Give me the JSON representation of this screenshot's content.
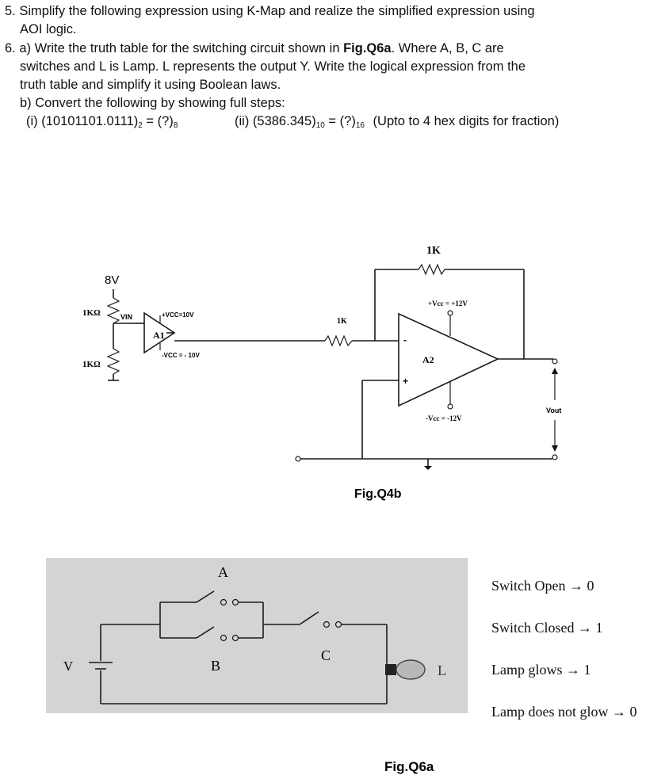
{
  "q5": {
    "number": "5.",
    "line1": "Simplify the following expression using K-Map and realize the simplified expression using",
    "line2": "AOI logic."
  },
  "q6": {
    "number": "6.",
    "a_label": "a)",
    "a_line1_pre": "Write the truth table for the switching circuit shown in ",
    "a_line1_bold": "Fig.Q6a",
    "a_line1_post": ". Where A, B, C are",
    "a_line2": "switches and L is Lamp. L represents the output Y. Write the logical expression from the",
    "a_line3": "truth table and simplify it using Boolean laws.",
    "b_line": "b) Convert the following by showing full steps:",
    "conv1": {
      "label": "(i) (10101101.0111)",
      "base_from": "2",
      "mid": " = (?)",
      "base_to": "8"
    },
    "conv2": {
      "label": "(ii) (5386.345)",
      "base_from": "10",
      "mid": " = (?)",
      "base_to": "16",
      "note": "(Upto to 4 hex digits for fraction)"
    }
  },
  "fig_q4b": {
    "caption": "Fig.Q4b",
    "v8": "8V",
    "r_top": "1KΩ",
    "r_bottom": "1KΩ",
    "vin": "VIN",
    "a1": "A1",
    "a1_vpos": "+VCC=10V",
    "a1_vneg": "-VCC = - 10V",
    "r_in": "1K",
    "r_fb": "1K",
    "a2": "A2",
    "a2_vpos": "+Vcc = +12V",
    "a2_vneg": "-Vcc = -12V",
    "vout": "Vout",
    "minus": "-",
    "plus": "+"
  },
  "fig_q6a": {
    "caption": "Fig.Q6a",
    "label_a": "A",
    "label_b": "B",
    "label_c": "C",
    "label_v": "V",
    "label_l": "L",
    "legend": [
      "Switch Open → 0",
      "Switch Closed → 1",
      "Lamp glows → 1",
      "Lamp does not glow → 0"
    ]
  }
}
